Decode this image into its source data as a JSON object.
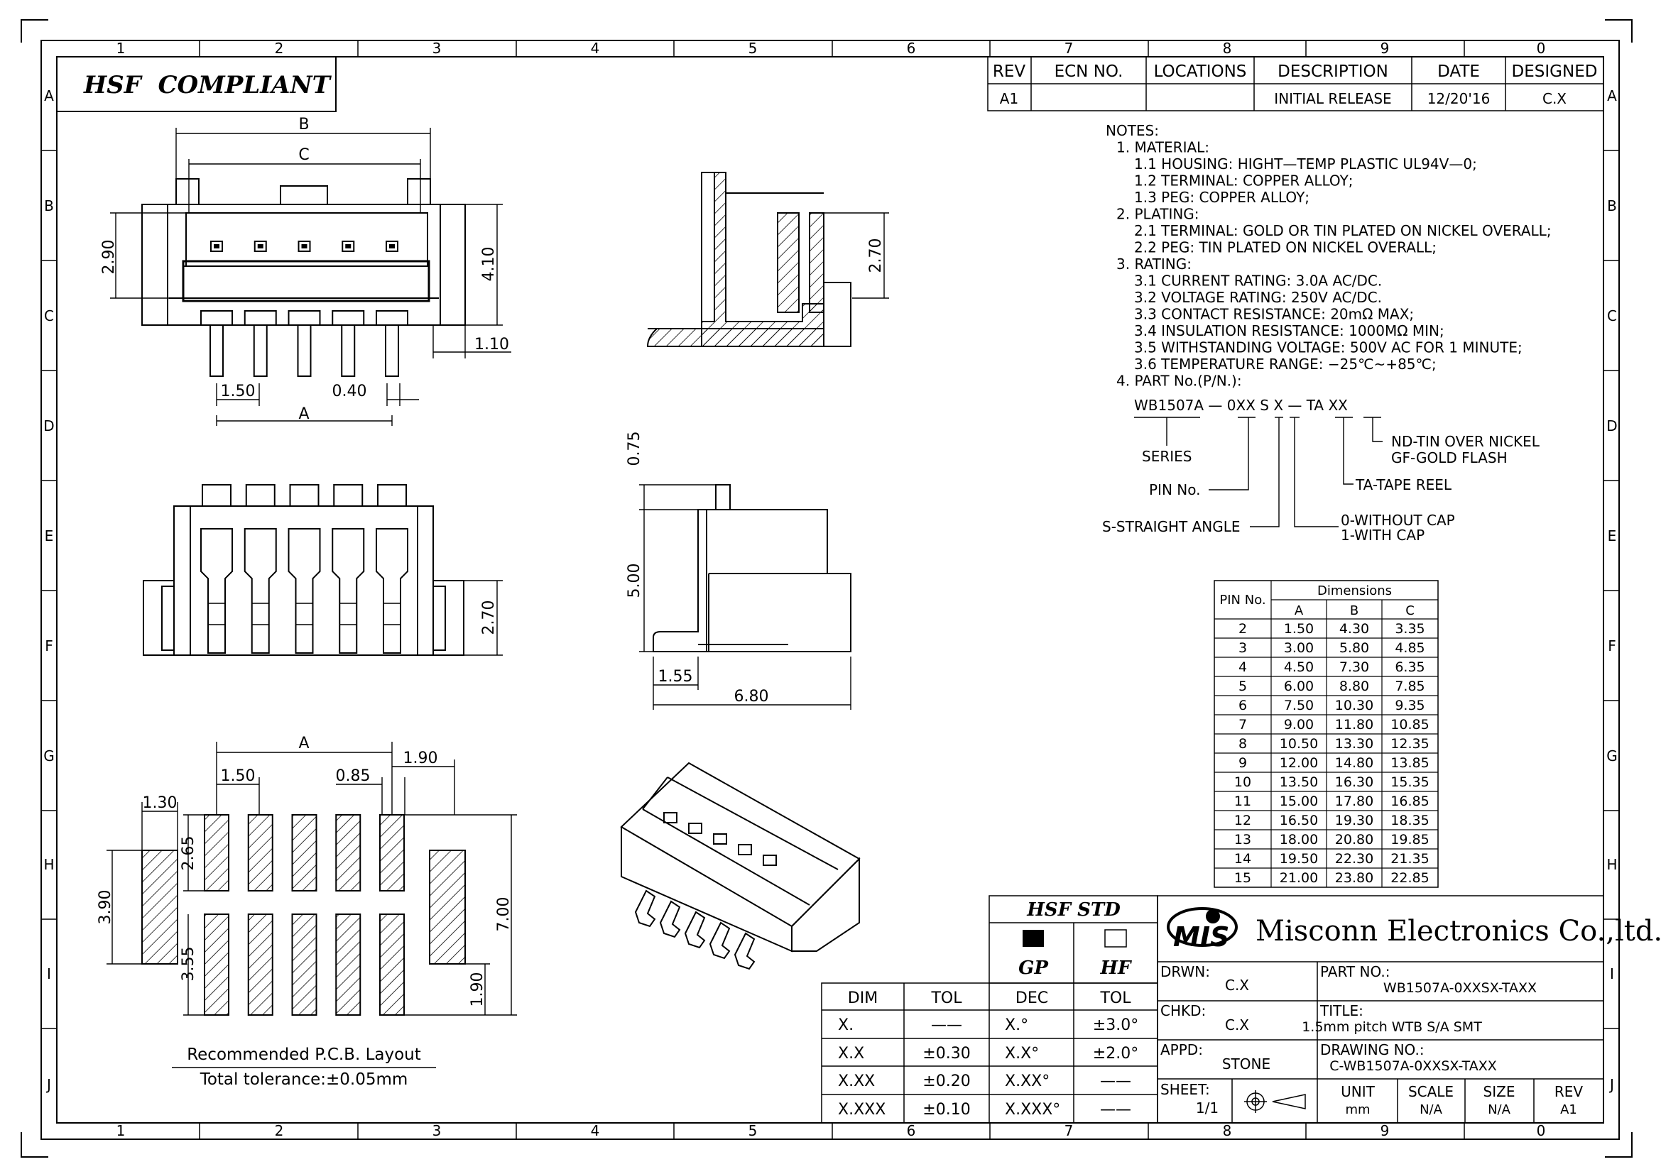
{
  "border": {
    "cols": [
      "1",
      "2",
      "3",
      "4",
      "5",
      "6",
      "7",
      "8",
      "9",
      "0"
    ],
    "rows": [
      "A",
      "B",
      "C",
      "D",
      "E",
      "F",
      "G",
      "H",
      "I",
      "J"
    ]
  },
  "hsf_compliant": "HSF  COMPLIANT",
  "revision_table": {
    "headers": [
      "REV",
      "ECN NO.",
      "LOCATIONS",
      "DESCRIPTION",
      "DATE",
      "DESIGNED"
    ],
    "row": [
      "A1",
      "",
      "",
      "INITIAL RELEASE",
      "12/20'16",
      "C.X"
    ]
  },
  "notes": {
    "lines": [
      "NOTES:",
      "1. MATERIAL:",
      "1.1 HOUSING: HIGHT—TEMP PLASTIC UL94V—0;",
      "1.2 TERMINAL: COPPER ALLOY;",
      "1.3 PEG: COPPER ALLOY;",
      "2. PLATING:",
      "2.1 TERMINAL: GOLD OR TIN PLATED ON NICKEL OVERALL;",
      "2.2 PEG: TIN PLATED ON NICKEL OVERALL;",
      "3. RATING:",
      "3.1 CURRENT RATING: 3.0A AC/DC.",
      "3.2 VOLTAGE RATING: 250V AC/DC.",
      "3.3 CONTACT RESISTANCE: 20mΩ MAX;",
      "3.4 INSULATION RESISTANCE: 1000MΩ MIN;",
      "3.5 WITHSTANDING VOLTAGE: 500V AC FOR 1 MINUTE;",
      "3.6 TEMPERATURE RANGE: −25℃~+85℃;",
      "4. PART No.(P/N.):"
    ],
    "part_code": "WB1507A — 0XX S X — TA XX",
    "legend": {
      "series": "SERIES",
      "pin": "PIN No.",
      "straight": "S-STRAIGHT ANGLE",
      "cap0": "0-WITHOUT CAP",
      "cap1": "1-WITH CAP",
      "tape": "TA-TAPE REEL",
      "nd": "ND-TIN OVER NICKEL",
      "gf": "GF-GOLD FLASH"
    }
  },
  "dim_table": {
    "title": "Dimensions",
    "pin_header": "PIN No.",
    "cols": [
      "A",
      "B",
      "C"
    ],
    "rows": [
      [
        "2",
        "1.50",
        "4.30",
        "3.35"
      ],
      [
        "3",
        "3.00",
        "5.80",
        "4.85"
      ],
      [
        "4",
        "4.50",
        "7.30",
        "6.35"
      ],
      [
        "5",
        "6.00",
        "8.80",
        "7.85"
      ],
      [
        "6",
        "7.50",
        "10.30",
        "9.35"
      ],
      [
        "7",
        "9.00",
        "11.80",
        "10.85"
      ],
      [
        "8",
        "10.50",
        "13.30",
        "12.35"
      ],
      [
        "9",
        "12.00",
        "14.80",
        "13.85"
      ],
      [
        "10",
        "13.50",
        "16.30",
        "15.35"
      ],
      [
        "11",
        "15.00",
        "17.80",
        "16.85"
      ],
      [
        "12",
        "16.50",
        "19.30",
        "18.35"
      ],
      [
        "13",
        "18.00",
        "20.80",
        "19.85"
      ],
      [
        "14",
        "19.50",
        "22.30",
        "21.35"
      ],
      [
        "15",
        "21.00",
        "23.80",
        "22.85"
      ]
    ]
  },
  "dims": {
    "top": {
      "B": "B",
      "C": "C",
      "h290": "2.90",
      "h410": "4.10",
      "w110": "1.10",
      "p150": "1.50",
      "p040": "0.40",
      "A": "A"
    },
    "side": {
      "h270": "2.70"
    },
    "front": {
      "h270": "2.70"
    },
    "right": {
      "h075": "0.75",
      "h500": "5.00",
      "w155": "1.55",
      "w680": "6.80"
    },
    "pcb": {
      "A": "A",
      "p150": "1.50",
      "p085": "0.85",
      "w190": "1.90",
      "w130": "1.30",
      "h265": "2.65",
      "h390": "3.90",
      "h355": "3.55",
      "h700": "7.00",
      "h190": "1.90"
    }
  },
  "pcb_caption": "Recommended P.C.B. Layout",
  "pcb_tolerance": "Total tolerance:±0.05mm",
  "tol_table": {
    "h1": [
      "DIM",
      "TOL"
    ],
    "r1": [
      [
        "X.",
        "——"
      ],
      [
        "X.X",
        "±0.30"
      ],
      [
        "X.XX",
        "±0.20"
      ],
      [
        "X.XXX",
        "±0.10"
      ]
    ],
    "hsf_std": "HSF  STD",
    "gp": "GP",
    "hf": "HF",
    "h2": [
      "DEC",
      "TOL"
    ],
    "r2": [
      [
        "X.°",
        "±3.0°"
      ],
      [
        "X.X°",
        "±2.0°"
      ],
      [
        "X.XX°",
        "——"
      ],
      [
        "X.XXX°",
        "——"
      ]
    ]
  },
  "title_block": {
    "logo": "MIS",
    "company": "Misconn Electronics Co.,ltd.",
    "drwn_label": "DRWN:",
    "drwn": "C.X",
    "chkd_label": "CHKD:",
    "chkd": "C.X",
    "appd_label": "APPD:",
    "appd": "STONE",
    "sheet_label": "SHEET:",
    "sheet": "1/1",
    "part_label": "PART NO.:",
    "part": "WB1507A-0XXSX-TAXX",
    "title_label": "TITLE:",
    "title": "1.5mm pitch WTB S/A SMT",
    "drawing_label": "DRAWING NO.:",
    "drawing": "C-WB1507A-0XXSX-TAXX",
    "unit_label": "UNIT",
    "unit": "mm",
    "scale_label": "SCALE",
    "scale": "N/A",
    "size_label": "SIZE",
    "size": "N/A",
    "rev_label": "REV",
    "rev": "A1"
  }
}
